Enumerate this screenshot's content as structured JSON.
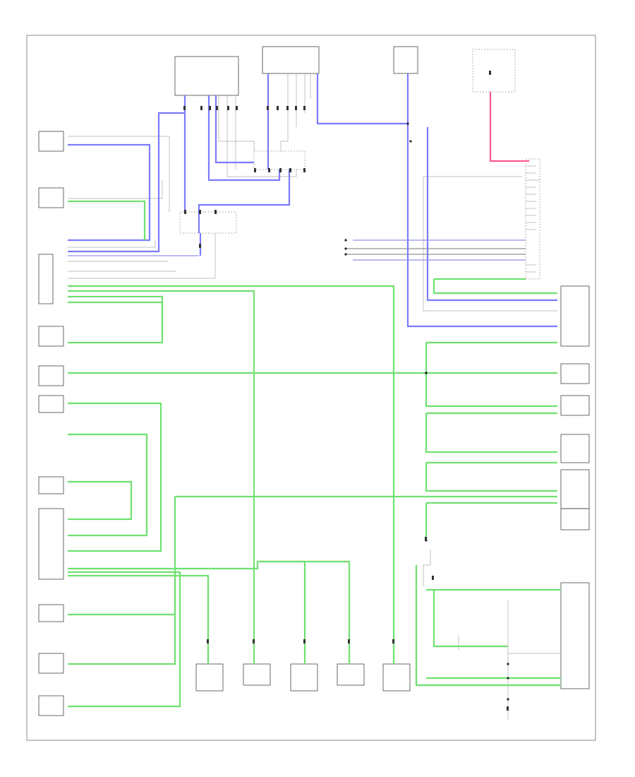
{
  "footer_code": "",
  "modules": [
    {
      "key": "top_left_module",
      "text": ""
    },
    {
      "key": "top_center_module",
      "text": ""
    },
    {
      "key": "top_right_module",
      "text": ""
    },
    {
      "key": "far_right_module",
      "text": ""
    },
    {
      "key": "left_module_1",
      "text": ""
    },
    {
      "key": "left_module_2",
      "text": ""
    },
    {
      "key": "left_module_3",
      "text": ""
    },
    {
      "key": "left_module_4",
      "text": ""
    },
    {
      "key": "left_module_5",
      "text": ""
    },
    {
      "key": "left_module_6",
      "text": ""
    },
    {
      "key": "left_module_7",
      "text": ""
    },
    {
      "key": "left_module_8",
      "text": ""
    },
    {
      "key": "left_module_9",
      "text": ""
    },
    {
      "key": "left_module_10",
      "text": ""
    },
    {
      "key": "left_module_11",
      "text": ""
    },
    {
      "key": "right_module_1",
      "text": ""
    },
    {
      "key": "right_module_2",
      "text": ""
    },
    {
      "key": "right_module_3",
      "text": ""
    },
    {
      "key": "right_module_4",
      "text": ""
    },
    {
      "key": "right_module_5",
      "text": ""
    },
    {
      "key": "right_module_6",
      "text": ""
    },
    {
      "key": "right_module_7",
      "text": ""
    },
    {
      "key": "right_module_8",
      "text": ""
    },
    {
      "key": "bottom_module_1",
      "text": ""
    },
    {
      "key": "bottom_module_2",
      "text": ""
    },
    {
      "key": "bottom_module_3",
      "text": ""
    },
    {
      "key": "bottom_module_4",
      "text": ""
    },
    {
      "key": "bottom_module_5",
      "text": ""
    }
  ],
  "wire_colors": {
    "can_low": "#6fe06f",
    "can_high": "#7b7bff",
    "power": "#ff5a8a",
    "signal": "#aaaaaa"
  }
}
